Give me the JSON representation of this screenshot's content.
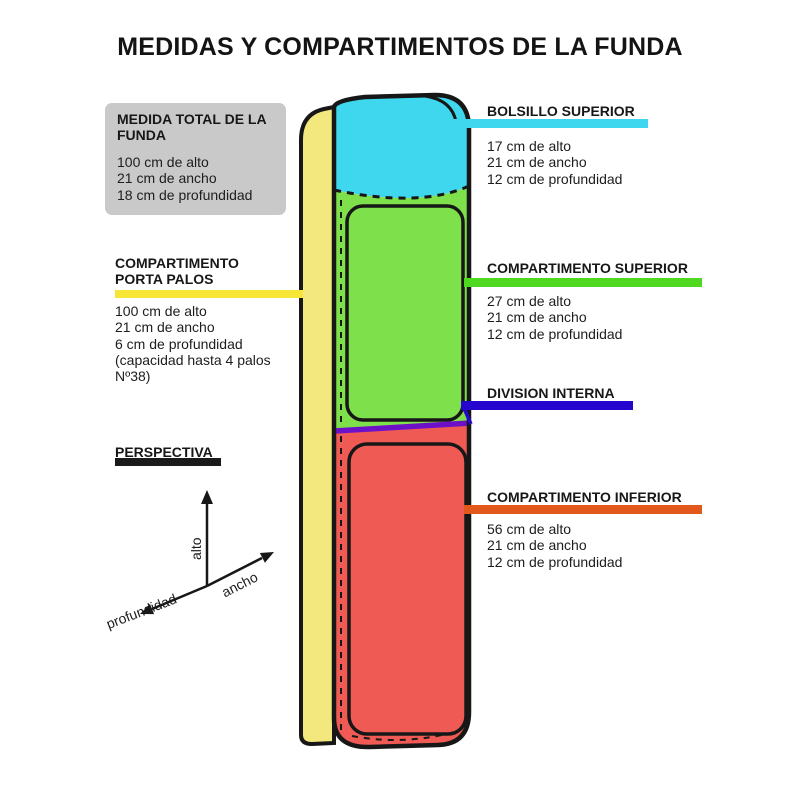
{
  "title": "MEDIDAS Y COMPARTIMENTOS DE LA FUNDA",
  "left": {
    "medida_total": {
      "heading": "MEDIDA TOTAL DE LA FUNDA",
      "lines": [
        "100 cm de alto",
        "21 cm de ancho",
        "18 cm de profundidad"
      ]
    },
    "porta_palos": {
      "heading": "COMPARTIMENTO PORTA PALOS",
      "lines": [
        "100 cm de alto",
        "21 cm de ancho",
        "6 cm de profundidad",
        "(capacidad hasta 4 palos Nº38)"
      ]
    },
    "perspectiva": {
      "heading": "PERSPECTIVA",
      "axis_alto": "alto",
      "axis_ancho": "ancho",
      "axis_profundidad": "profundidad"
    }
  },
  "right": {
    "bolsillo_superior": {
      "heading": "BOLSILLO SUPERIOR",
      "lines": [
        "17 cm de alto",
        "21 cm de ancho",
        "12 cm de profundidad"
      ]
    },
    "compartimento_superior": {
      "heading": "COMPARTIMENTO SUPERIOR",
      "lines": [
        "27 cm de alto",
        "21 cm de ancho",
        "12 cm de profundidad"
      ]
    },
    "division_interna": {
      "heading": "DIVISION INTERNA"
    },
    "compartimento_inferior": {
      "heading": "COMPARTIMENTO INFERIOR",
      "lines": [
        "56 cm de alto",
        "21 cm de ancho",
        "12 cm de profundidad"
      ]
    }
  },
  "colors": {
    "gray_box": "#c9c9c9",
    "cyan": "#3fd7ee",
    "green": "#7ee14b",
    "green_bar": "#4fd820",
    "yellow": "#f3e87e",
    "yellow_bar": "#f8e636",
    "red": "#ef5a55",
    "orange_bar": "#e2571a",
    "blue_bar": "#2606cf",
    "purple_line": "#6f10c9",
    "outline": "#1a1a1a"
  }
}
